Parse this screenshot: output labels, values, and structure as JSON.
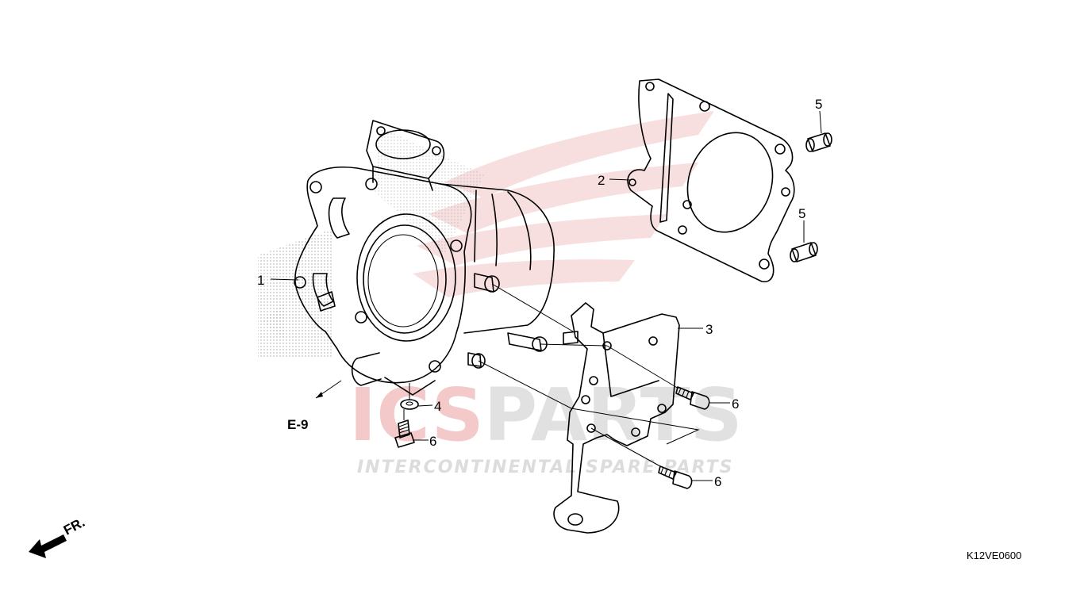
{
  "callouts": [
    {
      "id": "1",
      "label": "1"
    },
    {
      "id": "2",
      "label": "2"
    },
    {
      "id": "3",
      "label": "3"
    },
    {
      "id": "4",
      "label": "4"
    },
    {
      "id": "5a",
      "label": "5"
    },
    {
      "id": "5b",
      "label": "5"
    },
    {
      "id": "6a",
      "label": "6"
    },
    {
      "id": "6b",
      "label": "6"
    },
    {
      "id": "6c",
      "label": "6"
    }
  ],
  "reference": {
    "label": "E-9"
  },
  "direction": {
    "label": "FR."
  },
  "diagram_code": "K12VE0600",
  "watermark": {
    "brand_red": "ICS",
    "brand_grey": "PARTS",
    "tagline": "INTERCONTINENTAL SPARE PARTS",
    "color_red": "#f0b8b8",
    "color_grey": "#d8d8d8"
  }
}
